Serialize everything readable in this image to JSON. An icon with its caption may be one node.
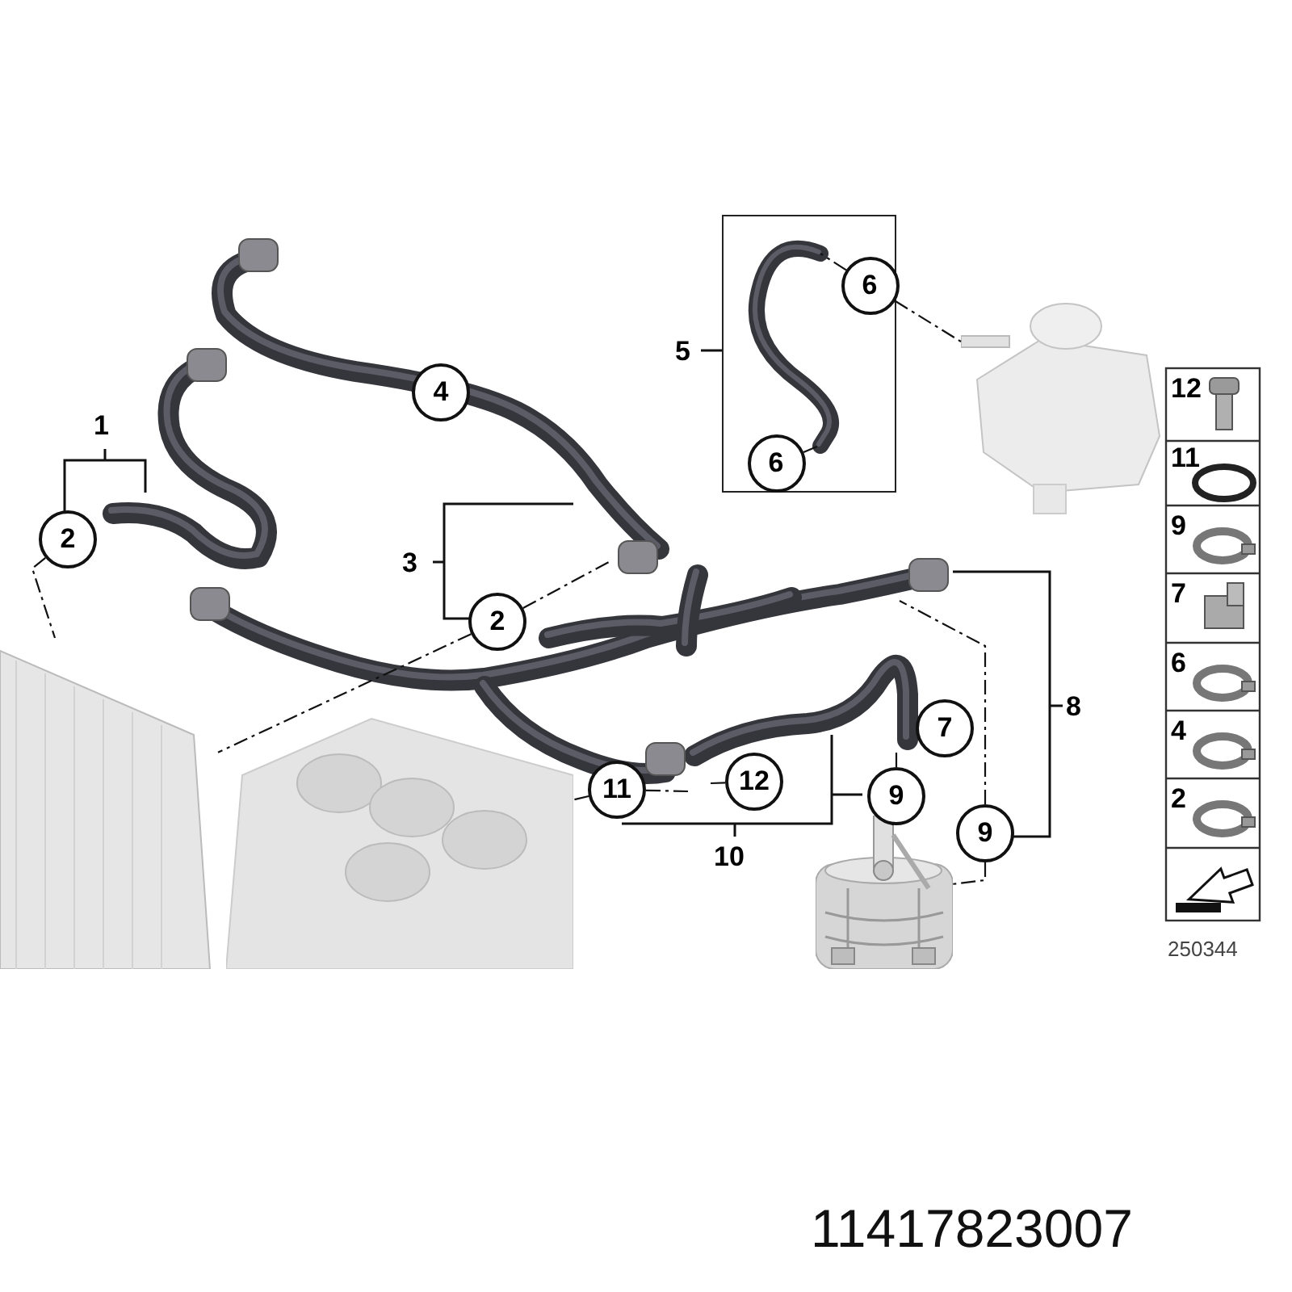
{
  "diagram": {
    "nodes": [
      {
        "text": [
          "2"
        ]
      },
      {
        "text": [
          "4"
        ]
      },
      {
        "text": [
          "2"
        ]
      },
      {
        "text": [],
        "shape": "box"
      },
      {
        "text": [
          "6"
        ],
        "in": 3
      },
      {
        "text": [
          "6"
        ],
        "in": 3
      },
      {
        "text": [
          "7"
        ]
      },
      {
        "text": [
          "11"
        ]
      },
      {
        "text": [
          "12"
        ]
      },
      {
        "text": [
          "9"
        ]
      },
      {
        "text": [
          "9"
        ]
      },
      {
        "text": [],
        "shape": "picture"
      },
      {
        "text": [],
        "shape": "picture"
      },
      {
        "text": [],
        "shape": "picture"
      },
      {
        "text": [],
        "shape": "picture"
      }
    ],
    "edges": [
      {
        "from": 0,
        "to": 11,
        "arrow": "none",
        "style": "dashed"
      },
      {
        "from": 2,
        "to": null,
        "arrow": "none",
        "style": "dashed"
      },
      {
        "from": 2,
        "to": 11,
        "arrow": "none",
        "style": "dashed"
      },
      {
        "from": 4,
        "to": null,
        "arrow": "none",
        "style": "dashed"
      },
      {
        "from": 4,
        "to": 12,
        "arrow": "none",
        "style": "dashed"
      },
      {
        "from": 5,
        "to": null,
        "arrow": "none",
        "style": "dashed"
      },
      {
        "from": 7,
        "to": 13,
        "arrow": "none",
        "style": "dashed"
      },
      {
        "from": 7,
        "to": null,
        "arrow": "none",
        "style": "dashed"
      },
      {
        "from": 8,
        "to": null,
        "arrow": "none",
        "style": "dashed"
      },
      {
        "from": 9,
        "to": null,
        "arrow": "none",
        "style": "dashed"
      },
      {
        "from": 9,
        "to": 14,
        "arrow": "none",
        "style": "dashed"
      },
      {
        "from": 10,
        "to": null,
        "arrow": "none",
        "style": "dashed"
      },
      {
        "from": 10,
        "to": 14,
        "arrow": "none",
        "style": "dashed"
      }
    ],
    "labels": [
      "5",
      "1",
      "3",
      "8",
      "10",
      "12",
      "11",
      "9",
      "7",
      "6",
      "4",
      "2",
      "250344",
      "11417823007"
    ]
  }
}
